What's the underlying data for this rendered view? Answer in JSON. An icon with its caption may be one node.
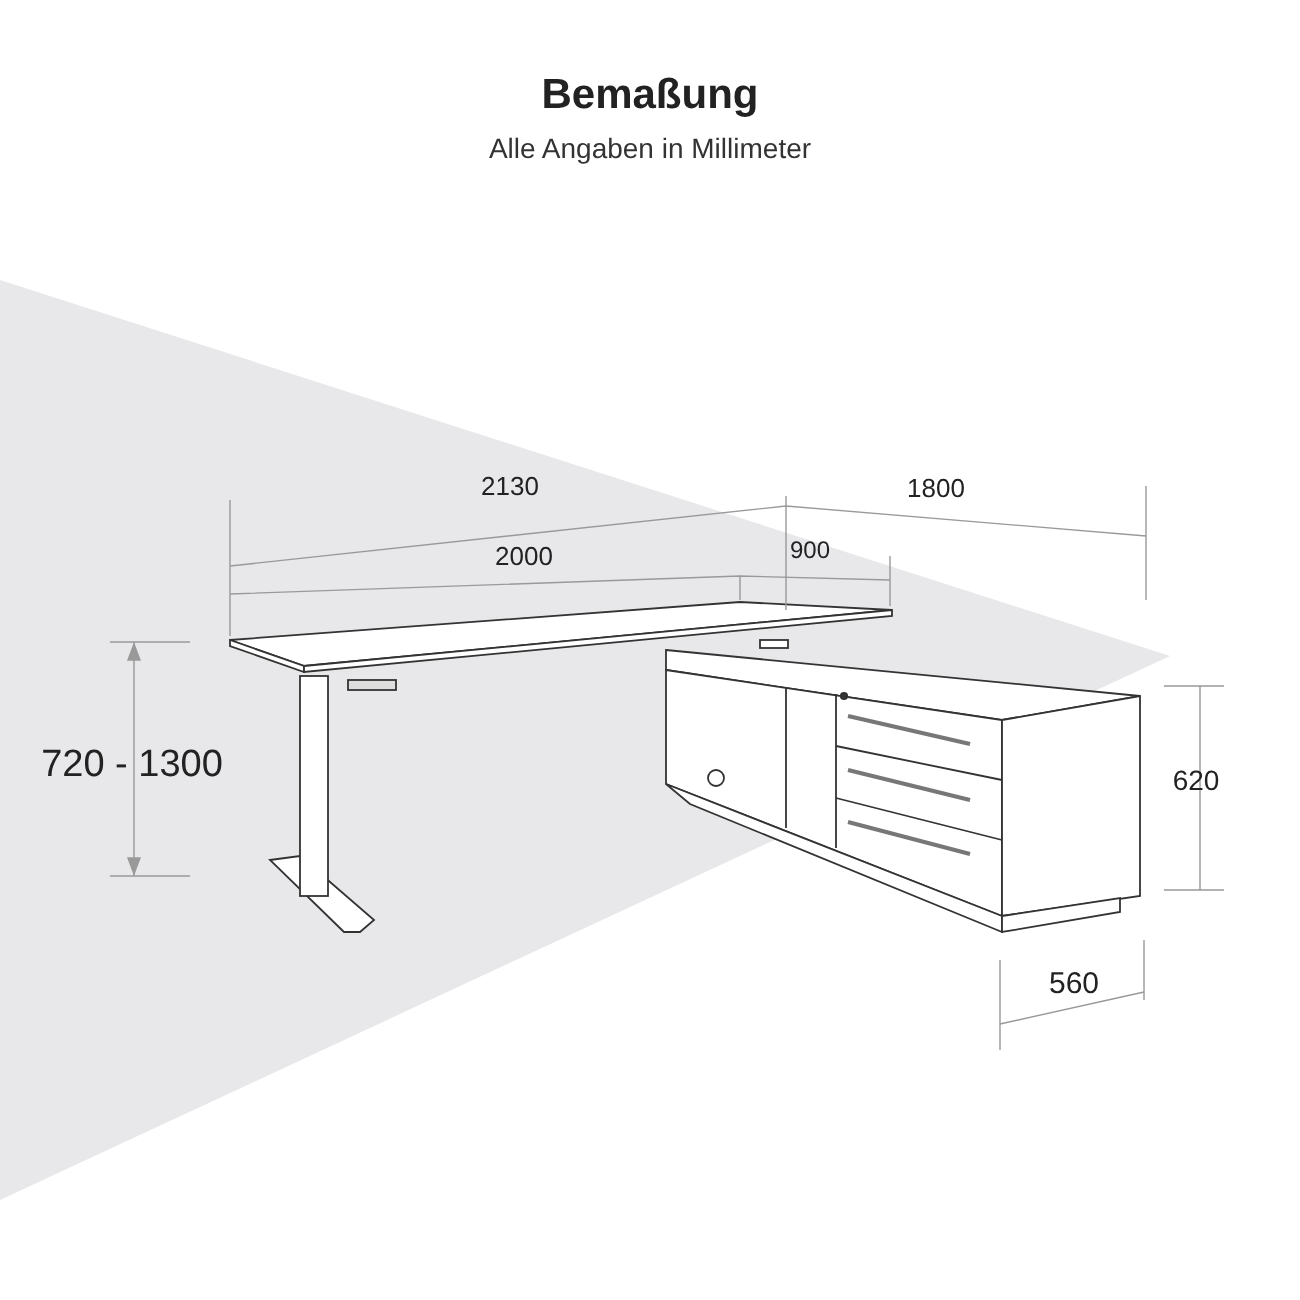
{
  "diagram": {
    "title": "Bemaßung",
    "caption": "Alle Angaben in Millimeter",
    "labels": [
      "2130",
      "1800",
      "2000",
      "900",
      "720 - 1300",
      "620",
      "560"
    ]
  }
}
